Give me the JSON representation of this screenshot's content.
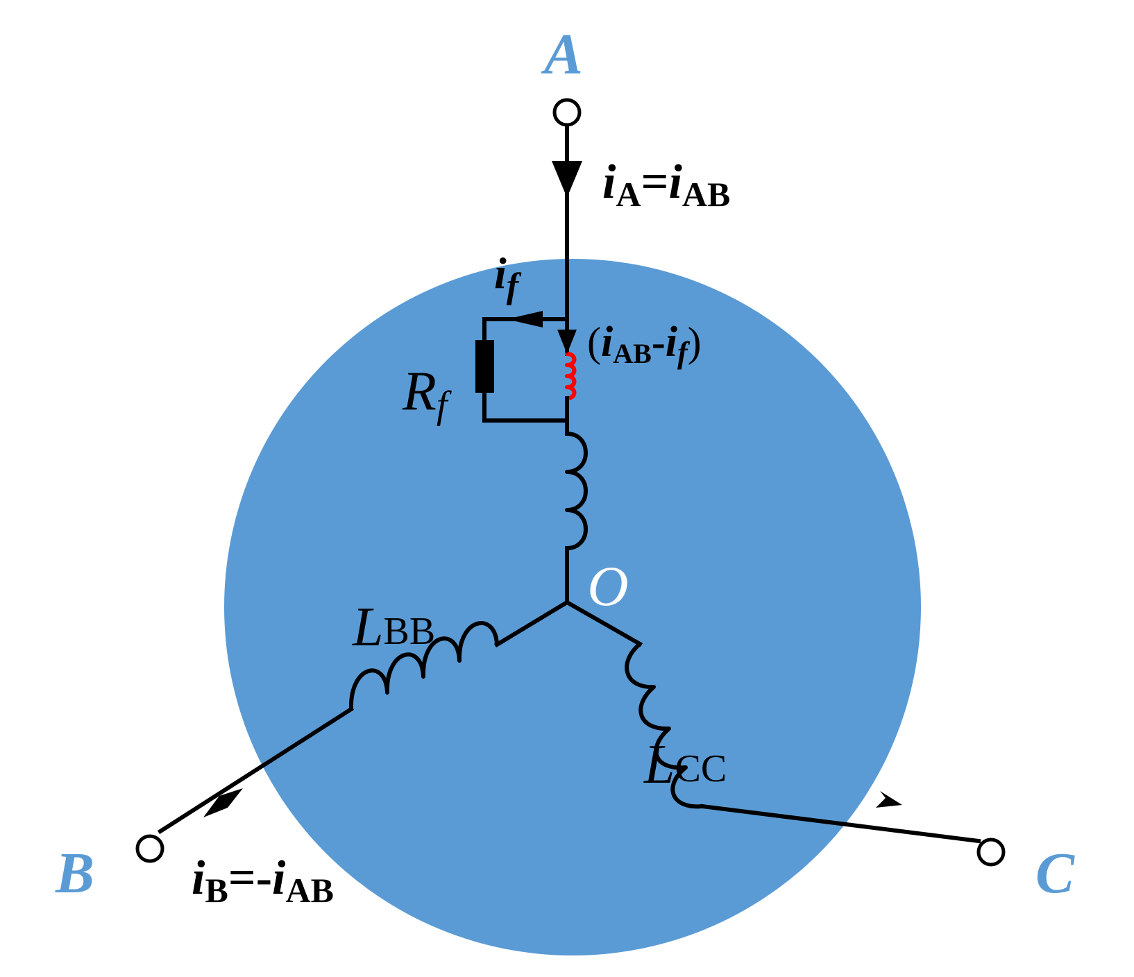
{
  "colors": {
    "disk": "#5b9bd5",
    "terminal_label": "#5b9bd5",
    "fault_coil": "#ff0000",
    "wire": "#000000",
    "neutral_label": "#ffffff",
    "background": "#ffffff"
  },
  "terminals": {
    "a": "A",
    "b": "B",
    "c": "C"
  },
  "neutral": {
    "label": "O"
  },
  "currents": {
    "ia": {
      "sym": "i",
      "sub": "A",
      "eq": "=",
      "sym2": "i",
      "sub2": "AB"
    },
    "ib": {
      "sym": "i",
      "sub": "B",
      "eq": "=-",
      "sym2": "i",
      "sub2": "AB"
    },
    "if": {
      "sym": "i",
      "sub": "f"
    },
    "diff": {
      "open": "(",
      "sym": "i",
      "sub": "AB",
      "minus": "-",
      "sym2": "i",
      "sub2": "f",
      "close": ")"
    }
  },
  "components": {
    "rf": {
      "sym": "R",
      "sub": "f"
    },
    "lbb": {
      "sym": "L",
      "sub": "BB"
    },
    "lcc": {
      "sym": "L",
      "sub": "CC"
    }
  }
}
